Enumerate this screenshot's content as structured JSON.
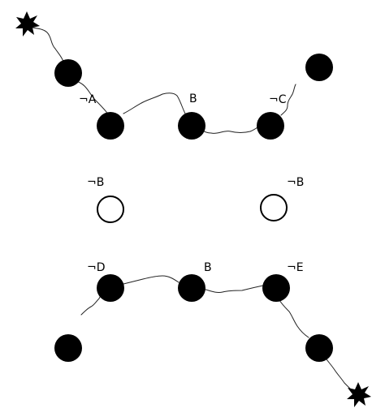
{
  "colors": {
    "background": "#ffffff",
    "filled_node": "#000000",
    "hollow_node_fill": "#ffffff",
    "hollow_node_stroke": "#000000",
    "wire": "#222222"
  },
  "nodes": [
    {
      "name": "node-top-left",
      "type": "filled"
    },
    {
      "name": "node-not-a",
      "type": "filled"
    },
    {
      "name": "node-b-top",
      "type": "filled"
    },
    {
      "name": "node-not-c",
      "type": "filled"
    },
    {
      "name": "node-top-right",
      "type": "filled"
    },
    {
      "name": "node-not-b-left",
      "type": "hollow"
    },
    {
      "name": "node-not-b-right",
      "type": "hollow"
    },
    {
      "name": "node-not-d",
      "type": "filled"
    },
    {
      "name": "node-b-bottom",
      "type": "filled"
    },
    {
      "name": "node-not-e",
      "type": "filled"
    },
    {
      "name": "node-bottom-left",
      "type": "filled"
    },
    {
      "name": "node-bottom-right",
      "type": "filled"
    }
  ],
  "labels": {
    "not_a": "¬A",
    "b_top": "B",
    "not_c": "¬C",
    "not_b_left": "¬B",
    "not_b_right": "¬B",
    "not_d": "¬D",
    "b_bottom": "B",
    "not_e": "¬E"
  },
  "icons": {
    "top_start": "starburst-icon",
    "bottom_end": "starburst-icon"
  }
}
